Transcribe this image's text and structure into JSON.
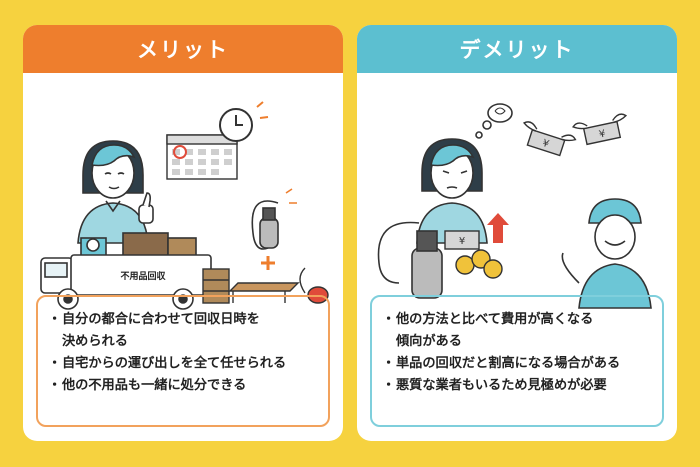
{
  "merit": {
    "title": "メリット",
    "truck_label": "不用品回収",
    "items": [
      {
        "bullet": "・",
        "lines": [
          "自分の都合に合わせて回収日時を",
          "決められる"
        ]
      },
      {
        "bullet": "・",
        "lines": [
          "自宅からの運び出しを全て任せられる"
        ]
      },
      {
        "bullet": "・",
        "lines": [
          "他の不用品も一緒に処分できる"
        ]
      }
    ]
  },
  "demerit": {
    "title": "デメリット",
    "yen": "¥",
    "items": [
      {
        "bullet": "・",
        "lines": [
          "他の方法と比べて費用が高くなる",
          "傾向がある"
        ]
      },
      {
        "bullet": "・",
        "lines": [
          "単品の回収だと割高になる場合がある"
        ]
      },
      {
        "bullet": "・",
        "lines": [
          "悪質な業者もいるため見極めが必要"
        ]
      }
    ]
  },
  "colors": {
    "background": "#f6d23f",
    "merit_accent": "#ee7e2d",
    "demerit_accent": "#5cbfd0"
  },
  "icons": [
    "woman-thumbs-up",
    "calendar-icon",
    "clock-icon",
    "truck-icon",
    "vacuum-icon",
    "plus-icon",
    "cabinet-icon",
    "table-icon",
    "worried-woman",
    "flying-money-icon",
    "arrow-up-icon",
    "coin-icon",
    "worker-icon"
  ]
}
